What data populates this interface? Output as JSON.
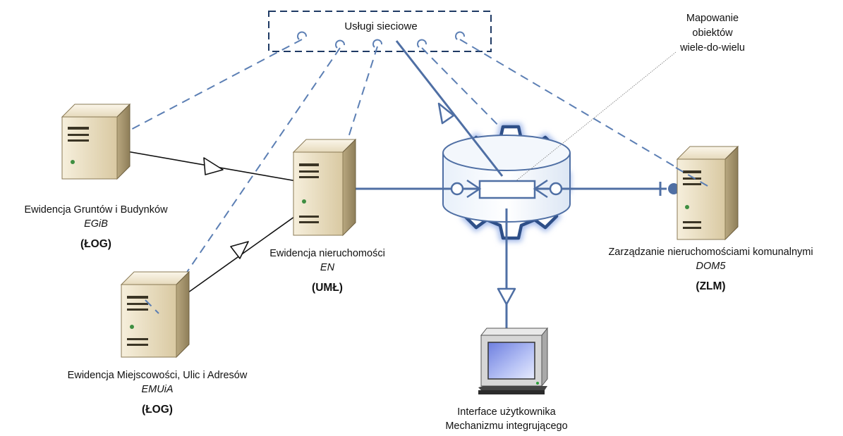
{
  "services": {
    "label": "Usługi sieciowe"
  },
  "mapping": {
    "line1": "Mapowanie",
    "line2": "obiektów",
    "line3": "wiele-do-wielu"
  },
  "systems": {
    "egib": {
      "name": "Ewidencja Gruntów i Budynków",
      "code": "EGiB",
      "org": "(ŁOG)"
    },
    "emuia": {
      "name": "Ewidencja Miejscowości, Ulic i Adresów",
      "code": "EMUiA",
      "org": "(ŁOG)"
    },
    "en": {
      "name": "Ewidencja nieruchomości",
      "code": "EN",
      "org": "(UMŁ)"
    },
    "dom5": {
      "name": "Zarządzanie nieruchomościami komunalnymi",
      "code": "DOM5",
      "org": "(ZLM)"
    }
  },
  "ui": {
    "line1": "Interface użytkownika",
    "line2": "Mechanizmu integrującego"
  },
  "colors": {
    "blue": "#4F6FA4",
    "dashed": "#5C7FB4",
    "box_border": "#1F3A64",
    "gear": "#2E4F88",
    "glow": "#9EB6E8",
    "server": "#E8DCC0"
  }
}
